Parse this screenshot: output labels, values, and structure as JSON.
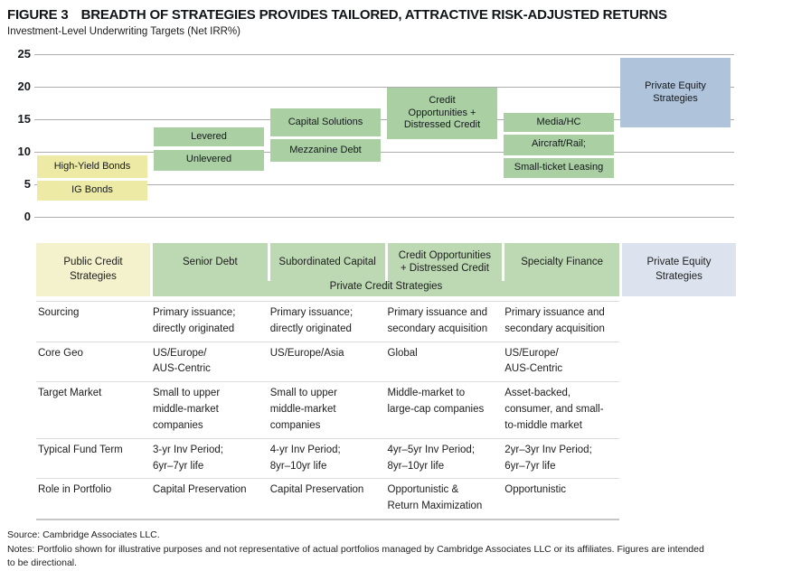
{
  "figure": {
    "label": "FIGURE 3",
    "title": "BREADTH OF STRATEGIES PROVIDES TAILORED, ATTRACTIVE RISK-ADJUSTED RETURNS",
    "subtitle": "Investment-Level Underwriting Targets (Net IRR%)"
  },
  "colors": {
    "public_credit": "#EDEAA6",
    "private_credit": "#A9CFA3",
    "private_equity": "#AFC3DB",
    "header_public": "#F4F1CD",
    "header_credit": "#BDD9B4",
    "header_pe": "#DDE3EE",
    "gridline": "#ADADAD",
    "row_line": "#DCDCDC",
    "text": "#1C1C1C"
  },
  "chart_data": {
    "type": "bar",
    "subtype": "floating-range-boxes",
    "title": "Investment-Level Underwriting Targets (Net IRR%)",
    "xlabel": "",
    "ylabel": "Net IRR %",
    "ylim": [
      0,
      25
    ],
    "yticks": [
      0,
      5,
      10,
      15,
      20,
      25
    ],
    "grid": true,
    "legend": "none",
    "columns": [
      {
        "name": "Public Credit Strategies",
        "group": "public_credit",
        "boxes": [
          {
            "label": "High-Yield Bonds",
            "range": [
              5.9,
              9.5
            ]
          },
          {
            "label": "IG Bonds",
            "range": [
              2.5,
              5.6
            ]
          }
        ]
      },
      {
        "name": "Senior Debt",
        "group": "private_credit",
        "boxes": [
          {
            "label": "Levered",
            "range": [
              10.8,
              13.7
            ]
          },
          {
            "label": "Unlevered",
            "range": [
              7.1,
              10.3
            ]
          }
        ]
      },
      {
        "name": "Subordinated Capital",
        "group": "private_credit",
        "boxes": [
          {
            "label": "Capital Solutions",
            "range": [
              12.3,
              16.7
            ]
          },
          {
            "label": "Mezzanine Debt",
            "range": [
              8.4,
              11.9
            ]
          }
        ]
      },
      {
        "name": "Credit Opportunities + Distressed Credit",
        "group": "private_credit",
        "boxes": [
          {
            "label": "Credit\nOpportunities +\nDistressed Credit",
            "range": [
              11.9,
              19.9
            ]
          }
        ]
      },
      {
        "name": "Specialty Finance",
        "group": "private_credit",
        "boxes": [
          {
            "label": "Media/HC",
            "range": [
              13.0,
              16.0
            ]
          },
          {
            "label": "Aircraft/Rail;",
            "range": [
              9.5,
              12.7
            ]
          },
          {
            "label": "Small-ticket Leasing",
            "range": [
              6.0,
              9.1
            ]
          }
        ]
      },
      {
        "name": "Private Equity Strategies",
        "group": "private_equity",
        "boxes": [
          {
            "label": "Private Equity\nStrategies",
            "range": [
              13.7,
              24.4
            ]
          }
        ]
      }
    ]
  },
  "table": {
    "headers": [
      {
        "label": "Public Credit\nStrategies",
        "group": "header_public"
      },
      {
        "label": "Senior Debt",
        "group": "header_credit"
      },
      {
        "label": "Subordinated Capital",
        "group": "header_credit"
      },
      {
        "label": "Credit Opportunities\n+ Distressed Credit",
        "group": "header_credit"
      },
      {
        "label": "Specialty Finance",
        "group": "header_credit"
      },
      {
        "label": "Private Equity\nStrategies",
        "group": "header_pe"
      }
    ],
    "band_label": "Private Credit Strategies",
    "rows": [
      {
        "label": "Sourcing",
        "cells": [
          "Primary issuance;\ndirectly originated",
          "Primary issuance;\ndirectly originated",
          "Primary issuance and\nsecondary acquisition",
          "Primary issuance and\nsecondary acquisition"
        ]
      },
      {
        "label": "Core Geo",
        "cells": [
          "US/Europe/\nAUS-Centric",
          "US/Europe/Asia",
          "Global",
          "US/Europe/\nAUS-Centric"
        ]
      },
      {
        "label": "Target Market",
        "cells": [
          "Small to upper\nmiddle-market\ncompanies",
          "Small to upper\nmiddle-market\ncompanies",
          "Middle-market to\nlarge-cap companies",
          "Asset-backed,\nconsumer, and small-\nto-middle market"
        ]
      },
      {
        "label": "Typical Fund Term",
        "cells": [
          "3-yr Inv Period;\n6yr–7yr life",
          "4-yr Inv Period;\n8yr–10yr life",
          "4yr–5yr Inv Period;\n8yr–10yr life",
          "2yr–3yr Inv Period;\n6yr–7yr life"
        ]
      },
      {
        "label": "Role in Portfolio",
        "cells": [
          "Capital Preservation",
          "Capital Preservation",
          "Opportunistic &\nReturn Maximization",
          "Opportunistic"
        ]
      }
    ]
  },
  "footer": {
    "source": "Source: Cambridge Associates LLC.",
    "notes": "Notes: Portfolio shown for illustrative purposes and not representative of actual portfolios managed by Cambridge Associates LLC or its affiliates. Figures are intended\nto be directional."
  }
}
